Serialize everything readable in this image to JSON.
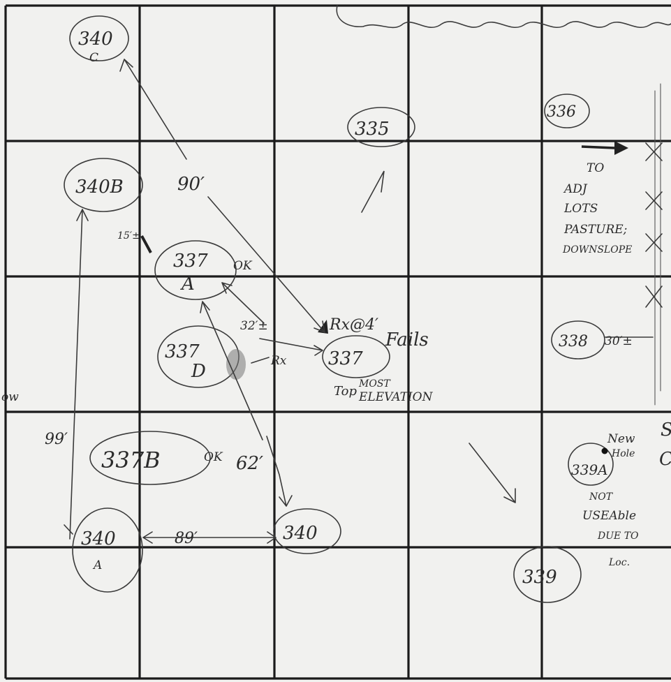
{
  "sheet": {
    "paper_color": "#f1f1ef",
    "line_color": "#1b1b1b",
    "pencil_color": "#3a3a3a",
    "grid": {
      "rows": 5,
      "cols": 5,
      "partial_last_col": true
    }
  },
  "test_holes": [
    {
      "id": "340C",
      "num": "340",
      "sub": "C"
    },
    {
      "id": "335",
      "num": "335"
    },
    {
      "id": "336",
      "num": "336"
    },
    {
      "id": "340B",
      "num": "340B"
    },
    {
      "id": "337A",
      "num": "337",
      "sub": "A",
      "note": "OK"
    },
    {
      "id": "337D",
      "num": "337",
      "sub": "D"
    },
    {
      "id": "337top",
      "num": "337",
      "note": "Fails"
    },
    {
      "id": "338",
      "num": "338"
    },
    {
      "id": "337B",
      "num": "337B",
      "note": "OK"
    },
    {
      "id": "339A",
      "num": "339A"
    },
    {
      "id": "340A",
      "num": "340",
      "sub": "A"
    },
    {
      "id": "340E",
      "num": "340"
    },
    {
      "id": "339",
      "num": "339"
    }
  ],
  "distances": {
    "d90": "90′",
    "d15": "15′±",
    "d32": "32′±",
    "d62": "62′",
    "d99": "99′",
    "d89": "89′",
    "d30": "30′±"
  },
  "notes": {
    "rx4": "Rx@4′",
    "rx": "Rx",
    "top_most": "Top",
    "most": "MOST",
    "elevation": "ELEVATION",
    "adj_lots": [
      "TO",
      "ADJ",
      "LOTS",
      "PASTURE;",
      "DOWNSLOPE"
    ],
    "new_hole": [
      "New",
      "Hole"
    ],
    "not_usable": [
      "NOT",
      "USEAble",
      "DUE TO",
      "Loc."
    ],
    "left_edge": "ow",
    "right_edge_1": "S",
    "right_edge_2": "C"
  }
}
